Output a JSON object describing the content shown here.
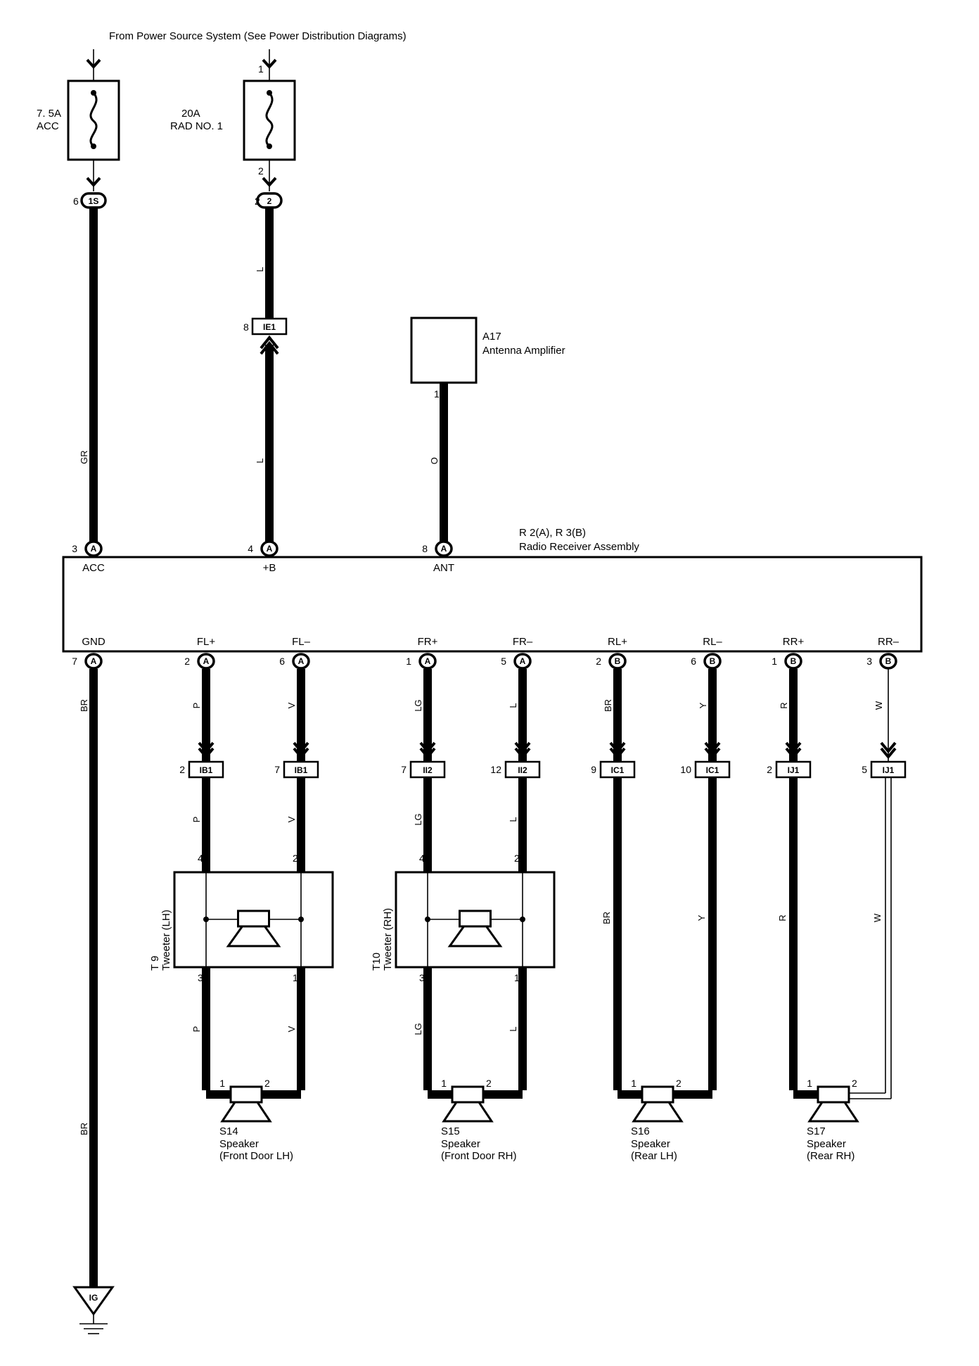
{
  "power_source": "From Power Source System (See Power Distribution Diagrams)",
  "fuses": [
    {
      "amp": "7. 5A",
      "name": "ACC"
    },
    {
      "amp": "20A",
      "name": "RAD NO. 1",
      "pin_in": "1",
      "pin_out": "2"
    }
  ],
  "junctions": {
    "acc": {
      "pin": "6",
      "code": "1S"
    },
    "rad": {
      "pin": "2",
      "code": "2"
    },
    "ie1": {
      "pin": "8",
      "code": "IE1"
    }
  },
  "antenna": {
    "code": "A17",
    "name": "Antenna Amplifier",
    "pin": "1"
  },
  "receiver": {
    "code": "R 2(A), R 3(B)",
    "name": "Radio Receiver Assembly",
    "top": [
      {
        "pin": "3",
        "conn": "A",
        "term": "ACC",
        "color": "GR"
      },
      {
        "pin": "4",
        "conn": "A",
        "term": "+B",
        "color": "L"
      },
      {
        "pin": "8",
        "conn": "A",
        "term": "ANT",
        "color": "O"
      }
    ],
    "bottom": [
      {
        "pin": "7",
        "conn": "A",
        "term": "GND",
        "color": "BR"
      },
      {
        "pin": "2",
        "conn": "A",
        "term": "FL+",
        "color": "P",
        "j_pin": "2",
        "j_code": "IB1"
      },
      {
        "pin": "6",
        "conn": "A",
        "term": "FL–",
        "color": "V",
        "j_pin": "7",
        "j_code": "IB1"
      },
      {
        "pin": "1",
        "conn": "A",
        "term": "FR+",
        "color": "LG",
        "j_pin": "7",
        "j_code": "II2"
      },
      {
        "pin": "5",
        "conn": "A",
        "term": "FR–",
        "color": "L",
        "j_pin": "12",
        "j_code": "II2"
      },
      {
        "pin": "2",
        "conn": "B",
        "term": "RL+",
        "color": "BR",
        "j_pin": "9",
        "j_code": "IC1"
      },
      {
        "pin": "6",
        "conn": "B",
        "term": "RL–",
        "color": "Y",
        "j_pin": "10",
        "j_code": "IC1"
      },
      {
        "pin": "1",
        "conn": "B",
        "term": "RR+",
        "color": "R",
        "j_pin": "2",
        "j_code": "IJ1"
      },
      {
        "pin": "3",
        "conn": "B",
        "term": "RR–",
        "color": "W",
        "j_pin": "5",
        "j_code": "IJ1"
      }
    ]
  },
  "tweeters": [
    {
      "code": "T 9",
      "name": "Tweeter (LH)",
      "pins": [
        "4",
        "2",
        "3",
        "1"
      ]
    },
    {
      "code": "T10",
      "name": "Tweeter (RH)",
      "pins": [
        "4",
        "2",
        "3",
        "1"
      ]
    }
  ],
  "speakers": [
    {
      "code": "S14",
      "name": "Speaker",
      "loc": "(Front Door LH)",
      "pins": [
        "1",
        "2"
      ]
    },
    {
      "code": "S15",
      "name": "Speaker",
      "loc": "(Front Door RH)",
      "pins": [
        "1",
        "2"
      ]
    },
    {
      "code": "S16",
      "name": "Speaker",
      "loc": "(Rear LH)",
      "pins": [
        "1",
        "2"
      ]
    },
    {
      "code": "S17",
      "name": "Speaker",
      "loc": "(Rear RH)",
      "pins": [
        "1",
        "2"
      ]
    }
  ],
  "ground": {
    "code": "IG"
  }
}
